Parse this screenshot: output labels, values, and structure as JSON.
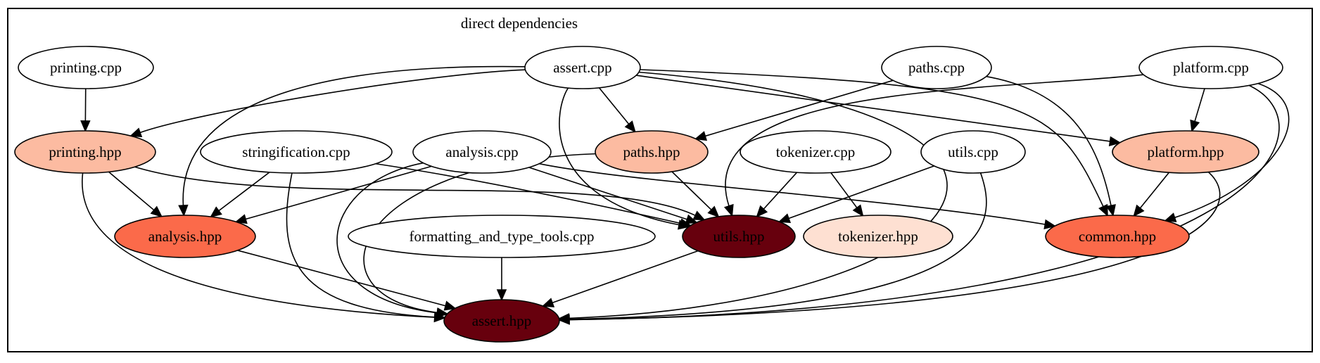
{
  "title": "direct dependencies",
  "nodes": [
    {
      "id": "printing.cpp",
      "label": "printing.cpp",
      "fill": "#ffffff"
    },
    {
      "id": "assert.cpp",
      "label": "assert.cpp",
      "fill": "#ffffff"
    },
    {
      "id": "paths.cpp",
      "label": "paths.cpp",
      "fill": "#ffffff"
    },
    {
      "id": "platform.cpp",
      "label": "platform.cpp",
      "fill": "#ffffff"
    },
    {
      "id": "printing.hpp",
      "label": "printing.hpp",
      "fill": "#fcbba1"
    },
    {
      "id": "stringification.cpp",
      "label": "stringification.cpp",
      "fill": "#ffffff"
    },
    {
      "id": "analysis.cpp",
      "label": "analysis.cpp",
      "fill": "#ffffff"
    },
    {
      "id": "paths.hpp",
      "label": "paths.hpp",
      "fill": "#fcbba1"
    },
    {
      "id": "tokenizer.cpp",
      "label": "tokenizer.cpp",
      "fill": "#ffffff"
    },
    {
      "id": "utils.cpp",
      "label": "utils.cpp",
      "fill": "#ffffff"
    },
    {
      "id": "platform.hpp",
      "label": "platform.hpp",
      "fill": "#fcbba1"
    },
    {
      "id": "analysis.hpp",
      "label": "analysis.hpp",
      "fill": "#fb6a4a"
    },
    {
      "id": "formatting_and_type_tools.cpp",
      "label": "formatting_and_type_tools.cpp",
      "fill": "#ffffff"
    },
    {
      "id": "utils.hpp",
      "label": "utils.hpp",
      "fill": "#67000d"
    },
    {
      "id": "tokenizer.hpp",
      "label": "tokenizer.hpp",
      "fill": "#fee0d2"
    },
    {
      "id": "common.hpp",
      "label": "common.hpp",
      "fill": "#fb6a4a"
    },
    {
      "id": "assert.hpp",
      "label": "assert.hpp",
      "fill": "#67000d"
    }
  ],
  "edges": [
    {
      "from": "printing.cpp",
      "to": "printing.hpp"
    },
    {
      "from": "assert.cpp",
      "to": "printing.hpp"
    },
    {
      "from": "assert.cpp",
      "to": "analysis.hpp"
    },
    {
      "from": "assert.cpp",
      "to": "paths.hpp"
    },
    {
      "from": "assert.cpp",
      "to": "utils.hpp"
    },
    {
      "from": "assert.cpp",
      "to": "platform.hpp"
    },
    {
      "from": "assert.cpp",
      "to": "common.hpp"
    },
    {
      "from": "assert.cpp",
      "to": "assert.hpp"
    },
    {
      "from": "paths.cpp",
      "to": "paths.hpp"
    },
    {
      "from": "paths.cpp",
      "to": "common.hpp"
    },
    {
      "from": "platform.cpp",
      "to": "platform.hpp"
    },
    {
      "from": "platform.cpp",
      "to": "utils.hpp"
    },
    {
      "from": "platform.cpp",
      "to": "common.hpp"
    },
    {
      "from": "platform.cpp",
      "to": "assert.hpp"
    },
    {
      "from": "printing.hpp",
      "to": "analysis.hpp"
    },
    {
      "from": "printing.hpp",
      "to": "utils.hpp"
    },
    {
      "from": "printing.hpp",
      "to": "assert.hpp"
    },
    {
      "from": "stringification.cpp",
      "to": "analysis.hpp"
    },
    {
      "from": "stringification.cpp",
      "to": "utils.hpp"
    },
    {
      "from": "stringification.cpp",
      "to": "assert.hpp"
    },
    {
      "from": "analysis.cpp",
      "to": "analysis.hpp"
    },
    {
      "from": "analysis.cpp",
      "to": "utils.hpp"
    },
    {
      "from": "analysis.cpp",
      "to": "common.hpp"
    },
    {
      "from": "analysis.cpp",
      "to": "assert.hpp"
    },
    {
      "from": "paths.hpp",
      "to": "utils.hpp"
    },
    {
      "from": "paths.hpp",
      "to": "assert.hpp"
    },
    {
      "from": "tokenizer.cpp",
      "to": "utils.hpp"
    },
    {
      "from": "tokenizer.cpp",
      "to": "tokenizer.hpp"
    },
    {
      "from": "utils.cpp",
      "to": "utils.hpp"
    },
    {
      "from": "utils.cpp",
      "to": "assert.hpp"
    },
    {
      "from": "platform.hpp",
      "to": "common.hpp"
    },
    {
      "from": "platform.hpp",
      "to": "assert.hpp"
    },
    {
      "from": "analysis.hpp",
      "to": "assert.hpp"
    },
    {
      "from": "formatting_and_type_tools.cpp",
      "to": "assert.hpp"
    },
    {
      "from": "utils.hpp",
      "to": "assert.hpp"
    }
  ]
}
